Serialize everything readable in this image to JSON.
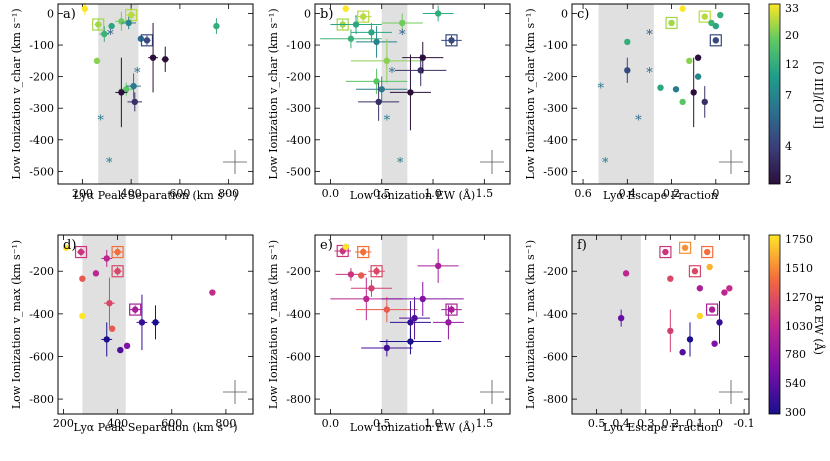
{
  "chart_data": [
    {
      "type": "scatter",
      "panel": "a)",
      "xlabel": "Lyα Peak Separation (km s⁻¹)",
      "ylabel": "Low Ionization v_char (km s⁻¹)",
      "xlim": [
        100,
        900
      ],
      "ylim": [
        -540,
        30
      ],
      "xticks": [
        200,
        400,
        600,
        800
      ],
      "yticks": [
        0,
        -100,
        -200,
        -300,
        -400,
        -500
      ],
      "grey_band": [
        265,
        430
      ],
      "color_by": "[O III]/[O II]",
      "points": [
        {
          "x": 265,
          "y": -35,
          "c": 24,
          "box": true,
          "xerr": 15,
          "yerr": 20
        },
        {
          "x": 290,
          "y": -65,
          "c": 14,
          "xerr": 20,
          "yerr": 25
        },
        {
          "x": 320,
          "y": -40,
          "c": 12
        },
        {
          "x": 360,
          "y": -25,
          "c": 20,
          "xerr": 25,
          "yerr": 30
        },
        {
          "x": 400,
          "y": -5,
          "c": 26,
          "box": true,
          "xerr": 20,
          "yerr": 20
        },
        {
          "x": 390,
          "y": -30,
          "c": 8,
          "xerr": 30,
          "yerr": 20
        },
        {
          "x": 260,
          "y": -150,
          "c": 22
        },
        {
          "x": 440,
          "y": -80,
          "c": 6
        },
        {
          "x": 465,
          "y": -85,
          "c": 4,
          "box": true,
          "xerr": 15,
          "yerr": 15
        },
        {
          "x": 380,
          "y": -240,
          "c": 18,
          "xerr": 30,
          "yerr": 20
        },
        {
          "x": 410,
          "y": -230,
          "c": 7,
          "xerr": 30,
          "yerr": 40
        },
        {
          "x": 415,
          "y": -280,
          "c": 3,
          "xerr": 30,
          "yerr": 30
        },
        {
          "x": 360,
          "y": -250,
          "c": 2,
          "xerr": 25,
          "yerr": 110
        },
        {
          "x": 490,
          "y": -140,
          "c": 2,
          "xerr": 20,
          "yerr": 110
        },
        {
          "x": 540,
          "y": -145,
          "c": 2,
          "xerr": 15,
          "yerr": 40
        },
        {
          "x": 750,
          "y": -40,
          "c": 13,
          "yerr": 25
        },
        {
          "x": 210,
          "y": 15,
          "c": 33,
          "yerr": 20
        }
      ],
      "asterisks": [
        {
          "x": 315,
          "y": -65,
          "c": 5
        },
        {
          "x": 275,
          "y": -335,
          "c": 7
        },
        {
          "x": 310,
          "y": -470,
          "c": 7
        },
        {
          "x": 425,
          "y": -185,
          "c": 6
        }
      ]
    },
    {
      "type": "scatter",
      "panel": "b)",
      "xlabel": "Low Ionization EW (Å)",
      "ylabel": "Low Ionization v_char (km s⁻¹)",
      "xlim": [
        -0.15,
        1.75
      ],
      "ylim": [
        -540,
        30
      ],
      "xticks": [
        0.0,
        0.5,
        1.0,
        1.5
      ],
      "yticks": [
        0,
        -100,
        -200,
        -300,
        -400,
        -500
      ],
      "grey_band": [
        0.5,
        0.75
      ],
      "color_by": "[O III]/[O II]",
      "points": [
        {
          "x": 0.15,
          "y": 15,
          "c": 33
        },
        {
          "x": 0.12,
          "y": -35,
          "c": 24,
          "box": true,
          "xerr": 0.1,
          "yerr": 15
        },
        {
          "x": 0.32,
          "y": -10,
          "c": 26,
          "box": true,
          "xerr": 0.08,
          "yerr": 15
        },
        {
          "x": 0.25,
          "y": -35,
          "c": 12,
          "xerr": 0.25,
          "yerr": 30
        },
        {
          "x": 0.4,
          "y": -60,
          "c": 12,
          "xerr": 0.2,
          "yerr": 30
        },
        {
          "x": 0.2,
          "y": -80,
          "c": 14,
          "xerr": 0.3,
          "yerr": 30
        },
        {
          "x": 0.45,
          "y": -90,
          "c": 8,
          "xerr": 0.2,
          "yerr": 50
        },
        {
          "x": 0.55,
          "y": -150,
          "c": 22,
          "xerr": 0.35,
          "yerr": 70
        },
        {
          "x": 0.45,
          "y": -215,
          "c": 18,
          "xerr": 0.3,
          "yerr": 40
        },
        {
          "x": 0.5,
          "y": -240,
          "c": 7,
          "xerr": 0.25,
          "yerr": 40
        },
        {
          "x": 0.47,
          "y": -280,
          "c": 3,
          "xerr": 0.2,
          "yerr": 60
        },
        {
          "x": 0.78,
          "y": -250,
          "c": 2,
          "xerr": 0.2,
          "yerr": 120
        },
        {
          "x": 0.88,
          "y": -180,
          "c": 3,
          "xerr": 0.25,
          "yerr": 50
        },
        {
          "x": 0.9,
          "y": -140,
          "c": 2,
          "xerr": 0.2,
          "yerr": 50
        },
        {
          "x": 1.05,
          "y": 0,
          "c": 13,
          "xerr": 0.15,
          "yerr": 25
        },
        {
          "x": 1.18,
          "y": -85,
          "c": 4,
          "box": true,
          "xerr": 0.1,
          "yerr": 15
        },
        {
          "x": 0.7,
          "y": -30,
          "c": 20,
          "xerr": 0.2,
          "yerr": 30
        }
      ],
      "asterisks": [
        {
          "x": 0.7,
          "y": -65,
          "c": 5
        },
        {
          "x": 0.55,
          "y": -335,
          "c": 7
        },
        {
          "x": 0.68,
          "y": -470,
          "c": 7
        },
        {
          "x": 0.6,
          "y": -185,
          "c": 6
        }
      ]
    },
    {
      "type": "scatter",
      "panel": "c)",
      "xlabel": "Lyα Escape Fraction",
      "ylabel": "Low Ionization v_char (km s⁻¹)",
      "xlim": [
        0.65,
        -0.15
      ],
      "ylim": [
        -540,
        30
      ],
      "xticks": [
        0.6,
        0.4,
        0.2,
        0.0
      ],
      "yticks": [
        0,
        -100,
        -200,
        -300,
        -400,
        -500
      ],
      "grey_band": [
        0.28,
        0.53
      ],
      "color_by": "[O III]/[O II]",
      "points": [
        {
          "x": 0.15,
          "y": 15,
          "c": 33
        },
        {
          "x": 0.4,
          "y": -90,
          "c": 13
        },
        {
          "x": 0.4,
          "y": -180,
          "c": 4,
          "yerr": 40
        },
        {
          "x": 0.25,
          "y": -235,
          "c": 12
        },
        {
          "x": 0.2,
          "y": -30,
          "c": 24,
          "box": true
        },
        {
          "x": 0.12,
          "y": -150,
          "c": 22
        },
        {
          "x": 0.1,
          "y": -250,
          "c": 2,
          "yerr": 110
        },
        {
          "x": 0.08,
          "y": -140,
          "c": 2
        },
        {
          "x": 0.05,
          "y": -10,
          "c": 26,
          "box": true
        },
        {
          "x": 0.02,
          "y": -30,
          "c": 14
        },
        {
          "x": 0.0,
          "y": -40,
          "c": 12
        },
        {
          "x": -0.02,
          "y": -5,
          "c": 13
        },
        {
          "x": 0.0,
          "y": -85,
          "c": 4,
          "box": true
        },
        {
          "x": 0.05,
          "y": -280,
          "c": 3,
          "yerr": 50
        },
        {
          "x": 0.15,
          "y": -280,
          "c": 18
        },
        {
          "x": 0.18,
          "y": -240,
          "c": 7
        },
        {
          "x": 0.08,
          "y": -200,
          "c": 8
        }
      ],
      "asterisks": [
        {
          "x": 0.3,
          "y": -65,
          "c": 5
        },
        {
          "x": 0.52,
          "y": -235,
          "c": 7
        },
        {
          "x": 0.5,
          "y": -470,
          "c": 7
        },
        {
          "x": 0.3,
          "y": -185,
          "c": 6
        },
        {
          "x": 0.35,
          "y": -335,
          "c": 6
        }
      ]
    },
    {
      "type": "scatter",
      "panel": "d)",
      "xlabel": "Lyα Peak Separation (km s⁻¹)",
      "ylabel": "Low Ionization v_max (km s⁻¹)",
      "xlim": [
        180,
        900
      ],
      "ylim": [
        -870,
        -30
      ],
      "xticks": [
        200,
        400,
        600,
        800
      ],
      "yticks": [
        -200,
        -400,
        -600,
        -800
      ],
      "grey_band": [
        270,
        430
      ],
      "color_by": "Hα EW (Å)",
      "points": [
        {
          "x": 210,
          "y": -90,
          "c": 1750
        },
        {
          "x": 265,
          "y": -110,
          "c": 1100,
          "box": true,
          "xerr": 15,
          "yerr": 20
        },
        {
          "x": 270,
          "y": -235,
          "c": 1300
        },
        {
          "x": 270,
          "y": -410,
          "c": 1750
        },
        {
          "x": 320,
          "y": -210,
          "c": 1000
        },
        {
          "x": 360,
          "y": -140,
          "c": 1000,
          "xerr": 20,
          "yerr": 40
        },
        {
          "x": 370,
          "y": -350,
          "c": 1200,
          "xerr": 20,
          "yerr": 120
        },
        {
          "x": 380,
          "y": -470,
          "c": 1300
        },
        {
          "x": 400,
          "y": -110,
          "c": 1400,
          "box": true,
          "xerr": 20,
          "yerr": 20
        },
        {
          "x": 400,
          "y": -200,
          "c": 1200,
          "box": true,
          "xerr": 15,
          "yerr": 20
        },
        {
          "x": 360,
          "y": -520,
          "c": 300,
          "xerr": 20,
          "yerr": 80
        },
        {
          "x": 410,
          "y": -570,
          "c": 500
        },
        {
          "x": 435,
          "y": -550,
          "c": 700
        },
        {
          "x": 465,
          "y": -380,
          "c": 900,
          "box": true,
          "xerr": 20,
          "yerr": 20
        },
        {
          "x": 490,
          "y": -440,
          "c": 400,
          "xerr": 20,
          "yerr": 130
        },
        {
          "x": 540,
          "y": -440,
          "c": 300,
          "xerr": 15,
          "yerr": 80
        },
        {
          "x": 750,
          "y": -300,
          "c": 1050
        }
      ]
    },
    {
      "type": "scatter",
      "panel": "e)",
      "xlabel": "Low Ionization EW (Å)",
      "ylabel": "Low Ionization v_max (km s⁻¹)",
      "xlim": [
        -0.15,
        1.75
      ],
      "ylim": [
        -870,
        -30
      ],
      "xticks": [
        0.0,
        0.5,
        1.0,
        1.5
      ],
      "yticks": [
        -200,
        -400,
        -600,
        -800
      ],
      "grey_band": [
        0.5,
        0.75
      ],
      "color_by": "Hα EW (Å)",
      "points": [
        {
          "x": 0.12,
          "y": -105,
          "c": 1100,
          "box": true,
          "xerr": 0.08,
          "yerr": 20
        },
        {
          "x": 0.15,
          "y": -85,
          "c": 1750
        },
        {
          "x": 0.32,
          "y": -110,
          "c": 1400,
          "box": true,
          "xerr": 0.08,
          "yerr": 20
        },
        {
          "x": 0.2,
          "y": -215,
          "c": 1100,
          "xerr": 0.15,
          "yerr": 30
        },
        {
          "x": 0.3,
          "y": -220,
          "c": 1300
        },
        {
          "x": 0.45,
          "y": -200,
          "c": 1200,
          "box": true,
          "xerr": 0.08,
          "yerr": 20
        },
        {
          "x": 0.35,
          "y": -330,
          "c": 1000,
          "xerr": 0.35,
          "yerr": 100
        },
        {
          "x": 0.4,
          "y": -280,
          "c": 1150,
          "xerr": 0.2,
          "yerr": 40
        },
        {
          "x": 0.55,
          "y": -380,
          "c": 1300,
          "xerr": 0.3,
          "yerr": 60
        },
        {
          "x": 0.55,
          "y": -560,
          "c": 450,
          "xerr": 0.25,
          "yerr": 40
        },
        {
          "x": 0.78,
          "y": -440,
          "c": 400,
          "xerr": 0.2,
          "yerr": 100
        },
        {
          "x": 0.82,
          "y": -420,
          "c": 500,
          "xerr": 0.15,
          "yerr": 100
        },
        {
          "x": 0.9,
          "y": -330,
          "c": 700,
          "xerr": 0.4,
          "yerr": 80
        },
        {
          "x": 1.05,
          "y": -175,
          "c": 900,
          "xerr": 0.2,
          "yerr": 80
        },
        {
          "x": 1.18,
          "y": -380,
          "c": 900,
          "box": true,
          "xerr": 0.1,
          "yerr": 20
        },
        {
          "x": 1.15,
          "y": -440,
          "c": 800,
          "xerr": 0.15,
          "yerr": 80
        },
        {
          "x": 0.78,
          "y": -530,
          "c": 300,
          "xerr": 0.3,
          "yerr": 60
        }
      ]
    },
    {
      "type": "scatter",
      "panel": "f)",
      "xlabel": "Lyα Escape Fraction",
      "ylabel": "Low Ionization v_max (km s⁻¹)",
      "xlim": [
        0.6,
        -0.12
      ],
      "ylim": [
        -870,
        -30
      ],
      "xticks": [
        0.5,
        0.4,
        0.3,
        0.2,
        0.1,
        0.0,
        -0.1
      ],
      "yticks": [
        -200,
        -400,
        -600,
        -800
      ],
      "grey_band": [
        0.32,
        0.62
      ],
      "color_by": "Hα EW (Å)",
      "points": [
        {
          "x": 0.4,
          "y": -420,
          "c": 600,
          "yerr": 40
        },
        {
          "x": 0.38,
          "y": -210,
          "c": 1000
        },
        {
          "x": 0.22,
          "y": -110,
          "c": 1100,
          "box": true
        },
        {
          "x": 0.2,
          "y": -235,
          "c": 1200
        },
        {
          "x": 0.2,
          "y": -480,
          "c": 1150,
          "yerr": 100
        },
        {
          "x": 0.15,
          "y": -580,
          "c": 500
        },
        {
          "x": 0.14,
          "y": -90,
          "c": 1500,
          "box": true
        },
        {
          "x": 0.1,
          "y": -200,
          "c": 1200,
          "box": true
        },
        {
          "x": 0.12,
          "y": -520,
          "c": 300,
          "yerr": 80
        },
        {
          "x": 0.08,
          "y": -410,
          "c": 1700
        },
        {
          "x": 0.05,
          "y": -110,
          "c": 1400,
          "box": true
        },
        {
          "x": 0.04,
          "y": -180,
          "c": 1600
        },
        {
          "x": 0.03,
          "y": -380,
          "c": 900,
          "box": true
        },
        {
          "x": 0.02,
          "y": -540,
          "c": 700
        },
        {
          "x": 0.0,
          "y": -440,
          "c": 400,
          "yerr": 100
        },
        {
          "x": -0.02,
          "y": -300,
          "c": 1000
        },
        {
          "x": -0.04,
          "y": -280,
          "c": 1050
        },
        {
          "x": 0.08,
          "y": -280,
          "c": 900
        }
      ]
    }
  ],
  "colorbar_top": {
    "label": "[O III]/[O II]",
    "ticks": [
      33,
      20,
      12,
      7,
      4,
      2
    ],
    "min": 2,
    "max": 33,
    "log": true
  },
  "colorbar_bottom": {
    "label": "Hα EW (Å)",
    "ticks": [
      1750,
      1510,
      1270,
      1030,
      780,
      540,
      300
    ],
    "min": 300,
    "max": 1750,
    "log": false
  },
  "colors": {
    "grey_band": "#e0e0e0",
    "box_outline": "#666666"
  }
}
